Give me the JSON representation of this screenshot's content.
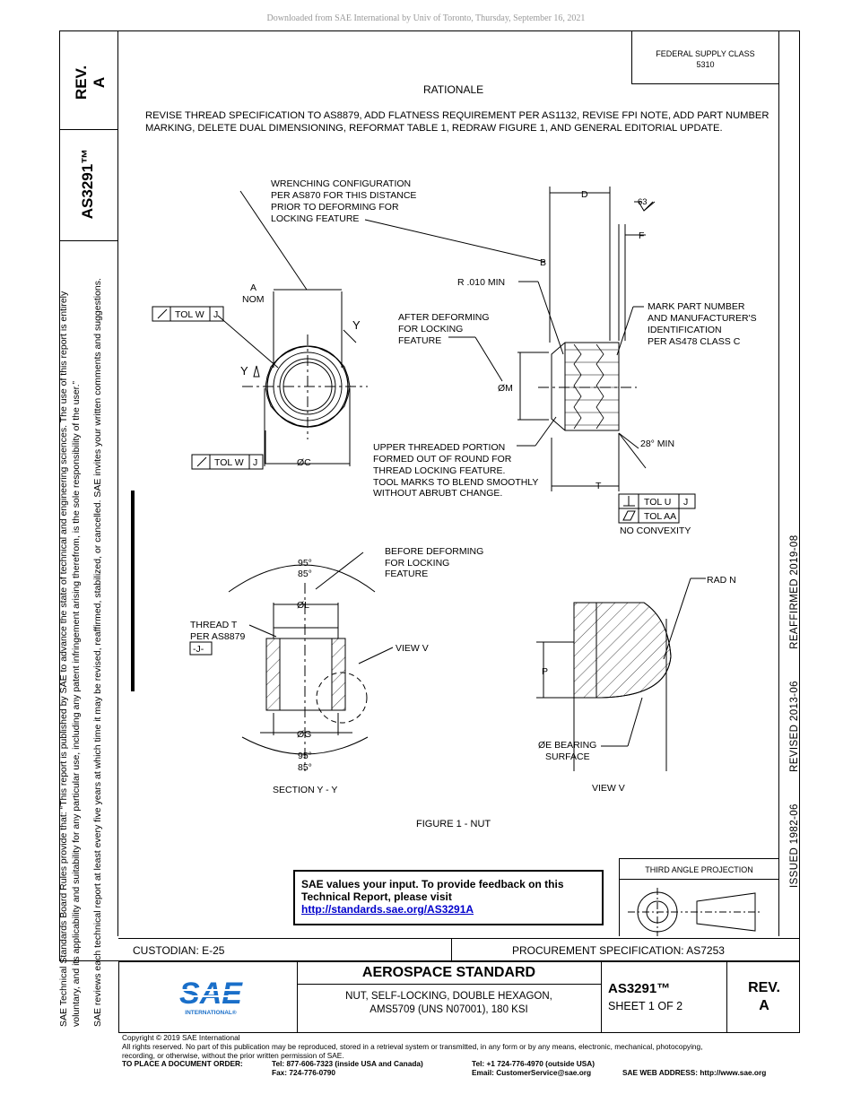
{
  "download_notice": "Downloaded from SAE International by Univ of Toronto, Thursday, September 16, 2021",
  "side_header": {
    "rev_label": "REV.",
    "rev_value": "A",
    "doc_number": "AS3291™"
  },
  "federal_supply": {
    "line1": "FEDERAL SUPPLY CLASS",
    "line2": "5310"
  },
  "rationale": {
    "title": "RATIONALE",
    "text": "REVISE THREAD SPECIFICATION TO AS8879, ADD FLATNESS REQUIREMENT PER AS1132, REVISE FPI NOTE, ADD PART NUMBER MARKING,  DELETE DUAL DIMENSIONING, REFORMAT TABLE 1, REDRAW FIGURE 1,  AND GENERAL EDITORIAL UPDATE."
  },
  "side_notice": {
    "line1": "SAE Technical Standards Board Rules provide that: “This report is published by SAE to advance the state of technical and engineering sciences. The use of this report is entirely",
    "line2": "voluntary, and its applicability and suitability for any particular use, including any patent infringement arising therefrom, is the sole responsibility of the user.”",
    "line3": "SAE reviews each technical report at least every five years at which time it may be revised, reaffirmed, stabilized, or cancelled. SAE invites your written comments and suggestions."
  },
  "status_line": {
    "issued": "ISSUED 1982-06",
    "revised": "REVISED 2013-06",
    "reaffirmed": "REAFFIRMED 2019-08"
  },
  "drawing_labels": {
    "wrenching": [
      "WRENCHING CONFIGURATION",
      "PER AS870 FOR THIS DISTANCE",
      "PRIOR TO DEFORMING FOR",
      "LOCKING FEATURE"
    ],
    "a_nom": [
      "A",
      "NOM"
    ],
    "tol_w_j": [
      "TOL W",
      "J"
    ],
    "y": "Y",
    "oc": "ØC",
    "r_min": "R .010 MIN",
    "after_deforming": [
      "AFTER DEFORMING",
      "FOR LOCKING",
      "FEATURE"
    ],
    "om": "ØM",
    "mark_part": [
      "MARK PART NUMBER",
      "AND MANUFACTURER'S",
      "IDENTIFICATION",
      "PER AS478 CLASS C"
    ],
    "d": "D",
    "f": "F",
    "b": "B",
    "roughness": "63",
    "angle_28": "28° MIN",
    "upper_threaded": [
      "UPPER THREADED PORTION",
      "FORMED OUT OF ROUND FOR",
      "THREAD LOCKING FEATURE.",
      "TOOL MARKS TO BLEND SMOOTHLY",
      "WITHOUT ABRUBT CHANGE."
    ],
    "t": "T",
    "tol_u": "TOL U",
    "j": "J",
    "tol_aa": "TOL AA",
    "no_convexity": "NO CONVEXITY",
    "before_deforming": [
      "BEFORE DEFORMING",
      "FOR LOCKING",
      "FEATURE"
    ],
    "angle_95": "95°",
    "angle_85": "85°",
    "ol": "ØL",
    "thread_t": [
      "THREAD T",
      "PER AS8879"
    ],
    "j_datum": "-J-",
    "view_v_callout": "VIEW  V",
    "og": "ØG",
    "section_yy": "SECTION Y - Y",
    "rad_n": "RAD N",
    "p": "P",
    "oe": [
      "ØE BEARING",
      "SURFACE"
    ],
    "view_v": "VIEW  V"
  },
  "figure_caption": "FIGURE 1 - NUT",
  "feedback": {
    "line1": "SAE values your input. To provide feedback on this",
    "line2": "Technical Report, please visit",
    "link": "http://standards.sae.org/AS3291A"
  },
  "third_angle": "THIRD ANGLE PROJECTION",
  "custodian": "CUSTODIAN: E-25",
  "procurement": "PROCUREMENT SPECIFICATION: AS7253",
  "aerospace_standard": "AEROSPACE STANDARD",
  "part_title": {
    "line1": "NUT, SELF-LOCKING, DOUBLE HEXAGON,",
    "line2": "AMS5709 (UNS N07001), 180 KSI"
  },
  "doc_number": "AS3291™",
  "sheet": "SHEET 1 OF 2",
  "rev": {
    "label": "REV.",
    "value": "A"
  },
  "logo": {
    "text": "SAE",
    "sub": "INTERNATIONAL®"
  },
  "footer": {
    "copyright": "Copyright © 2019 SAE International",
    "rights1": "All rights reserved. No part of this publication may be reproduced, stored in a retrieval system or transmitted, in any form or by any means, electronic, mechanical, photocopying,",
    "rights2": "recording, or otherwise, without the prior written permission of SAE.",
    "order_label": "TO PLACE A DOCUMENT ORDER:",
    "tel_usa": "Tel: 877-606-7323 (inside USA and Canada)",
    "tel_out": "Tel: +1 724-776-4970 (outside USA)",
    "fax": "Fax: 724-776-0790",
    "email": "Email: CustomerService@sae.org",
    "web": "SAE WEB ADDRESS: http://www.sae.org"
  }
}
